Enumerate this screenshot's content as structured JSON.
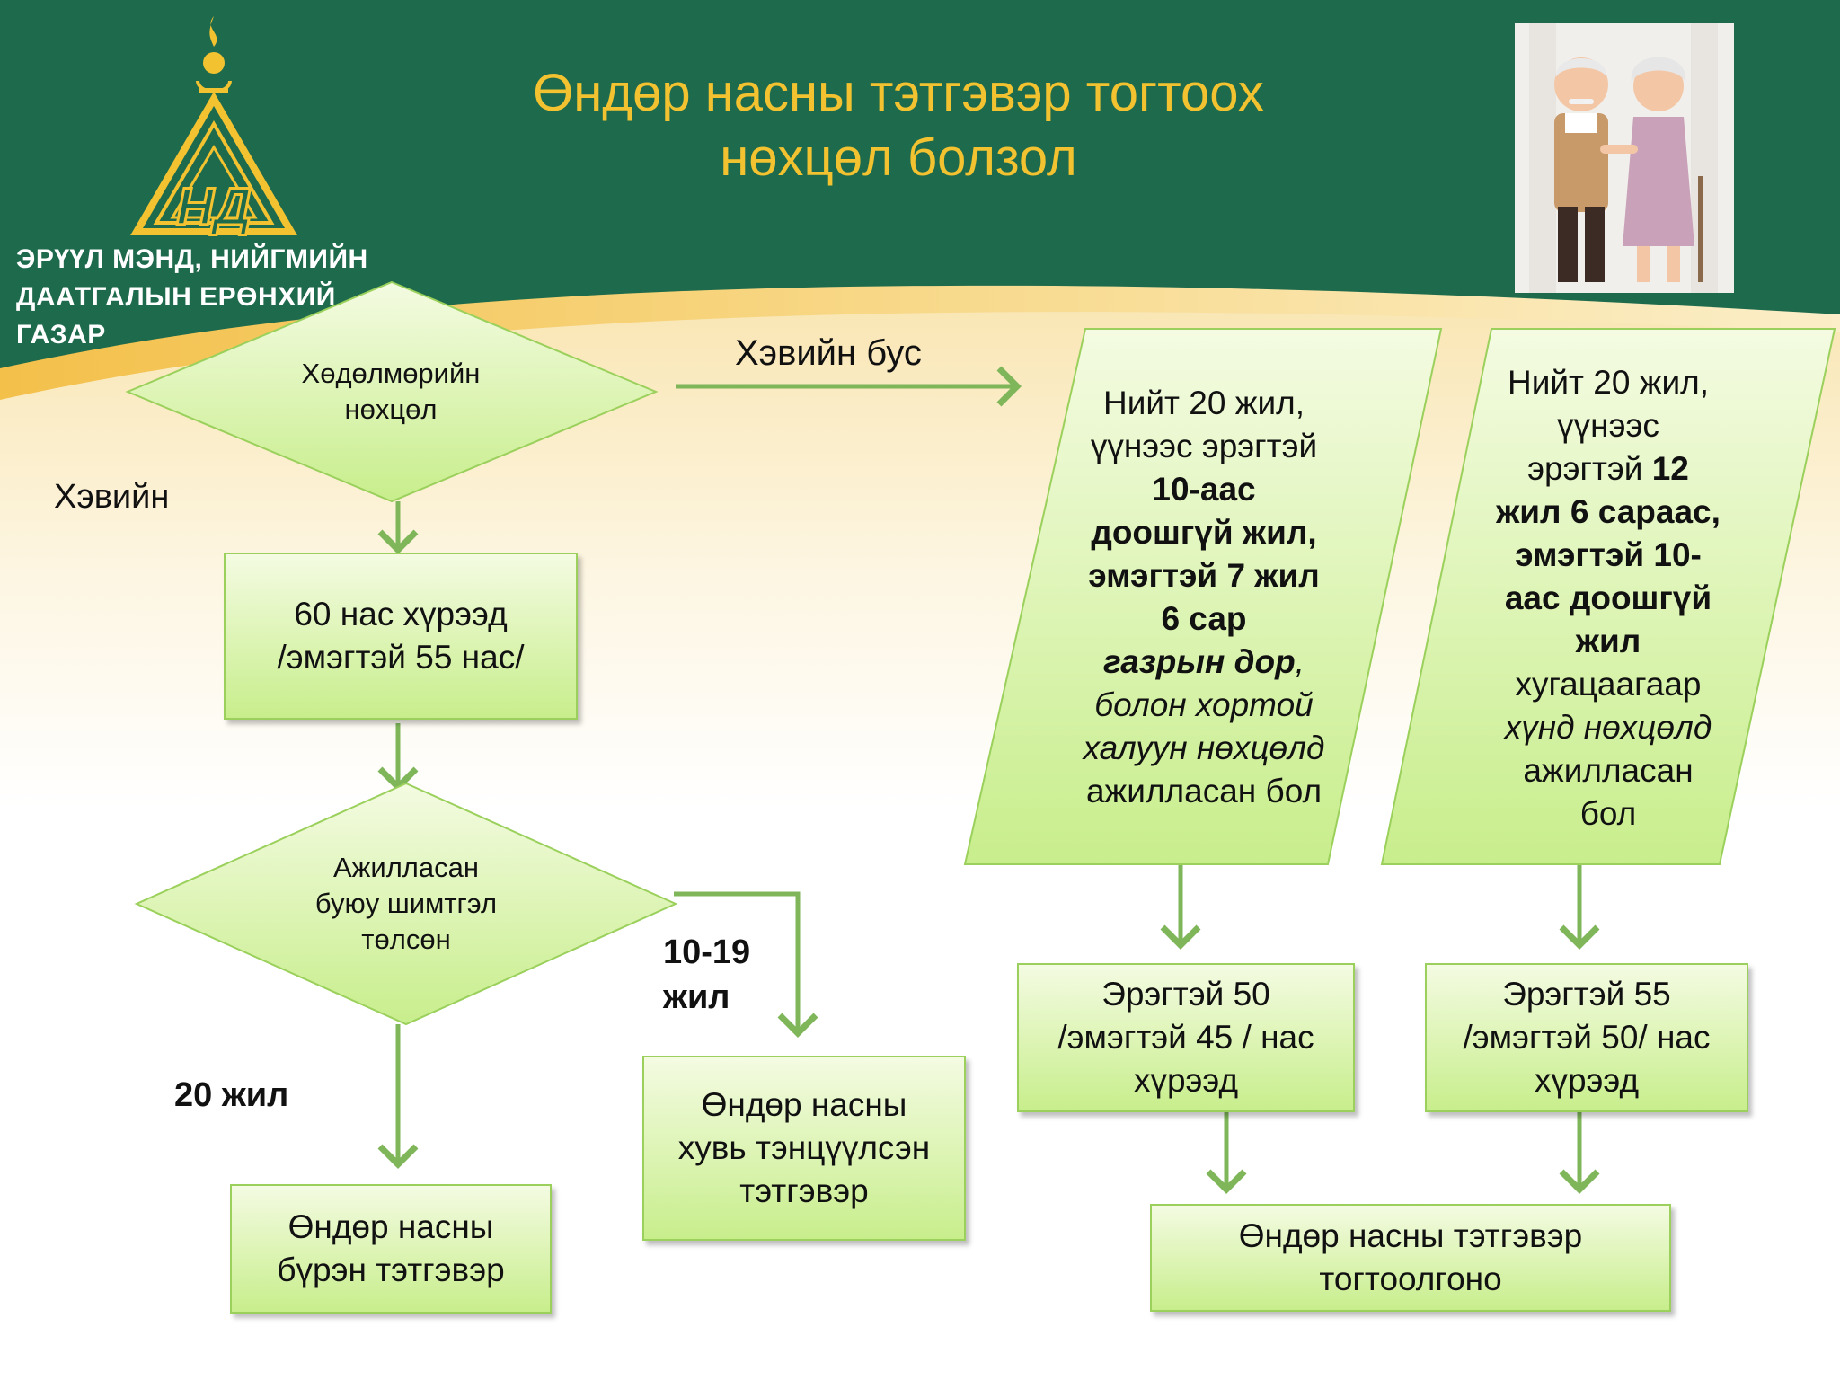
{
  "header": {
    "title_line1": "Өндөр насны тэтгэвэр тогтоох",
    "title_line2": "нөхцөл болзол",
    "org_line1": "ЭРҮҮЛ МЭНД, НИЙГМИЙН",
    "org_line2": "ДААТГАЛЫН ЕРӨНХИЙ ГАЗАР",
    "logo_letters": "НД"
  },
  "colors": {
    "header_green": "#1e6a4c",
    "gold": "#f2c230",
    "box_light": "#f4fbe2",
    "box_green": "#c8ee8c",
    "arrow_green": "#7fb65a"
  },
  "flow": {
    "work_condition": {
      "line1": "Хөдөлмөрийн",
      "line2": "нөхцөл"
    },
    "normal_label": "Хэвийн",
    "abnormal_label": "Хэвийн бус",
    "age_box": {
      "line1": "60 нас хүрээд",
      "line2": "/эмэгтэй  55 нас/"
    },
    "contribution": {
      "line1": "Ажилласан",
      "line2": "буюу шимтгэл",
      "line3": "төлсөн"
    },
    "years_partial": {
      "line1": "10-19",
      "line2": "жил"
    },
    "years_full": "20 жил",
    "full_pension": {
      "line1": "Өндөр насны",
      "line2": "бүрэн тэтгэвэр"
    },
    "partial_pension": {
      "line1": "Өндөр насны",
      "line2": "хувь тэнцүүлсэн",
      "line3": "тэтгэвэр"
    },
    "underground": {
      "l1": "Нийт 20 жил,",
      "l2": "үүнээс  эрэгтэй",
      "l3": "10-аас",
      "l4": "доошгүй жил,",
      "l5": "эмэгтэй 7 жил",
      "l6": "6 сар",
      "l7": "газрын дор",
      "l7b": ",",
      "l8": "болон хортой",
      "l9": "халуун нөхцөлд",
      "l10": "ажилласан бол"
    },
    "hard": {
      "l1": "Нийт 20 жил,",
      "l2": "үүнээс",
      "l3a": "эрэгтэй ",
      "l3b": " 12",
      "l4": "жил 6 сараас,",
      "l5": "эмэгтэй 10-",
      "l6a": "аас",
      "l6b": "  доошгүй",
      "l7": "жил",
      "l8": "хугацаагаар",
      "l9": "хүнд нөхцөлд",
      "l10": "ажилласан",
      "l11": "бол"
    },
    "age50": {
      "line1": "Эрэгтэй 50",
      "line2": "/эмэгтэй  45 / нас",
      "line3": "хүрээд"
    },
    "age55": {
      "line1": "Эрэгтэй 55",
      "line2": "/эмэгтэй 50/ нас",
      "line3": "хүрээд"
    },
    "final": {
      "line1": "Өндөр насны тэтгэвэр",
      "line2": "тогтоолгоно"
    }
  }
}
